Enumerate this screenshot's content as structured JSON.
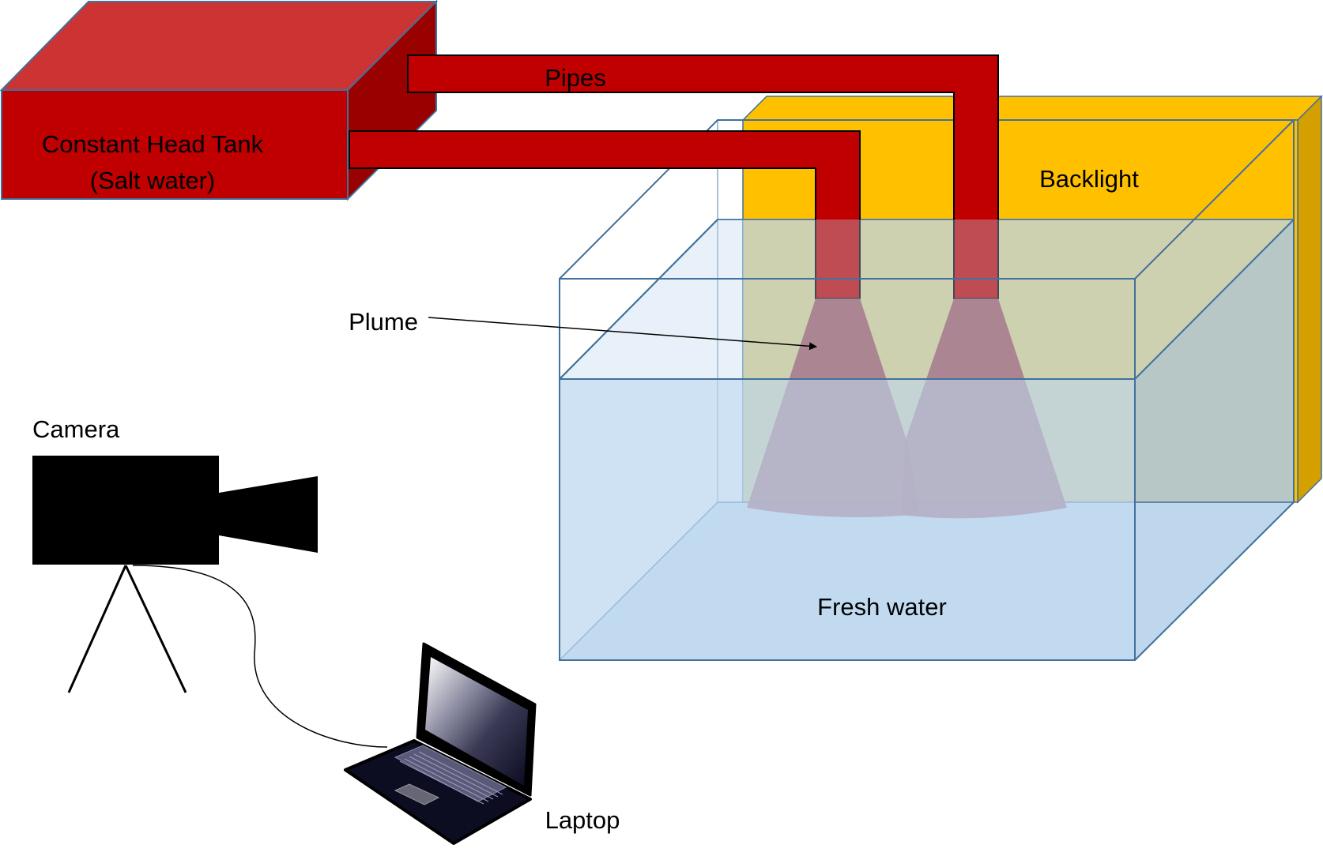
{
  "labels": {
    "tank_line1": "Constant Head Tank",
    "tank_line2": "(Salt water)",
    "pipes": "Pipes",
    "backlight": "Backlight",
    "plume": "Plume",
    "camera": "Camera",
    "fresh_water": "Fresh water",
    "laptop": "Laptop"
  },
  "colors": {
    "tank_red": "#c00000",
    "tank_top": "#cc3333",
    "tank_side": "#990000",
    "backlight_yellow": "#ffc000",
    "backlight_side": "#d4a000",
    "water_blue": "#bdd7ee",
    "plume": "#a05060",
    "outline_blue": "#41719c"
  }
}
